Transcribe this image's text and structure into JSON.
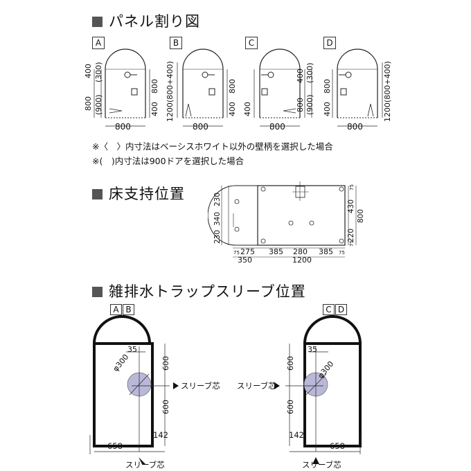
{
  "sections": {
    "panel": {
      "title": "パネル割り図"
    },
    "floor": {
      "title": "床支持位置"
    },
    "drain": {
      "title": "雑排水トラップスリーブ位置"
    }
  },
  "panel_layouts": [
    {
      "label": "A",
      "top": "400",
      "top_alt": "(300)",
      "left_total": "800",
      "left_alt": "(900)",
      "right_top": "800",
      "right_bottom": "400",
      "right_total": "",
      "width": "800"
    },
    {
      "label": "B",
      "top": "",
      "top_alt": "",
      "left_total": "1200(800+400)",
      "left_alt": "",
      "right_top": "800",
      "right_bottom": "400",
      "right_total": "",
      "width": "800"
    },
    {
      "label": "C",
      "top": "",
      "top_alt": "",
      "left_total": "",
      "left_alt": "",
      "right_top": "400",
      "right_top_alt": "(300)",
      "right_mid": "800",
      "right_mid_alt": "(900)",
      "right_bottom": "400",
      "width": "800"
    },
    {
      "label": "D",
      "left_top": "800",
      "left_bottom": "400",
      "right_total": "1200(800+400)",
      "width": "800"
    }
  ],
  "notes": [
    "※〈　〉内寸法はベーシスホワイト以外の壁柄を選択した場合",
    "※(　)内寸法は900ドアを選択した場合"
  ],
  "floor_dims": {
    "left_vertical": [
      "230",
      "340",
      "230"
    ],
    "right_vertical": [
      "430",
      "220",
      "800"
    ],
    "right_small": [
      "75",
      "75"
    ],
    "bottom_row": [
      "75",
      "275",
      "385",
      "280",
      "385",
      "75"
    ],
    "bottom_totals": [
      "350",
      "1200"
    ]
  },
  "drain_ab": {
    "label_a": "A",
    "label_b": "B",
    "offset": "35",
    "diameter": "φ300",
    "upper": "600",
    "lower": "600",
    "left_width": "658",
    "right_width": "142",
    "sleeve_right": "スリーブ芯",
    "sleeve_bottom": "スリーブ芯"
  },
  "drain_cd": {
    "label_c": "C",
    "label_d": "D",
    "offset": "35",
    "diameter": "φ300",
    "upper": "600",
    "lower": "600",
    "left_width": "142",
    "right_width": "658",
    "sleeve_left": "スリーブ芯",
    "sleeve_bottom": "スリーブ芯"
  }
}
